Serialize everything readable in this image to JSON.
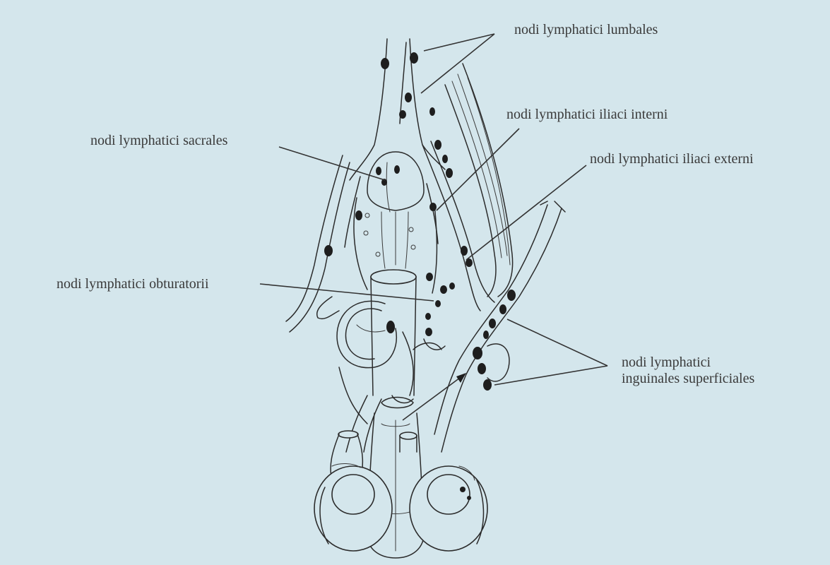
{
  "background_color": "#d4e6ec",
  "line_color": "#2b2b2b",
  "node_color": "#1e1e1e",
  "labels": {
    "lumbales": "nodi lymphatici lumbales",
    "iliaci_interni": "nodi lymphatici iliaci interni",
    "sacrales": "nodi lymphatici sacrales",
    "iliaci_externi": "nodi lymphatici iliaci externi",
    "obturatorii": "nodi lymphatici obturatorii",
    "inguinales_line1": "nodi lymphatici",
    "inguinales_line2": "inguinales superficiales"
  }
}
